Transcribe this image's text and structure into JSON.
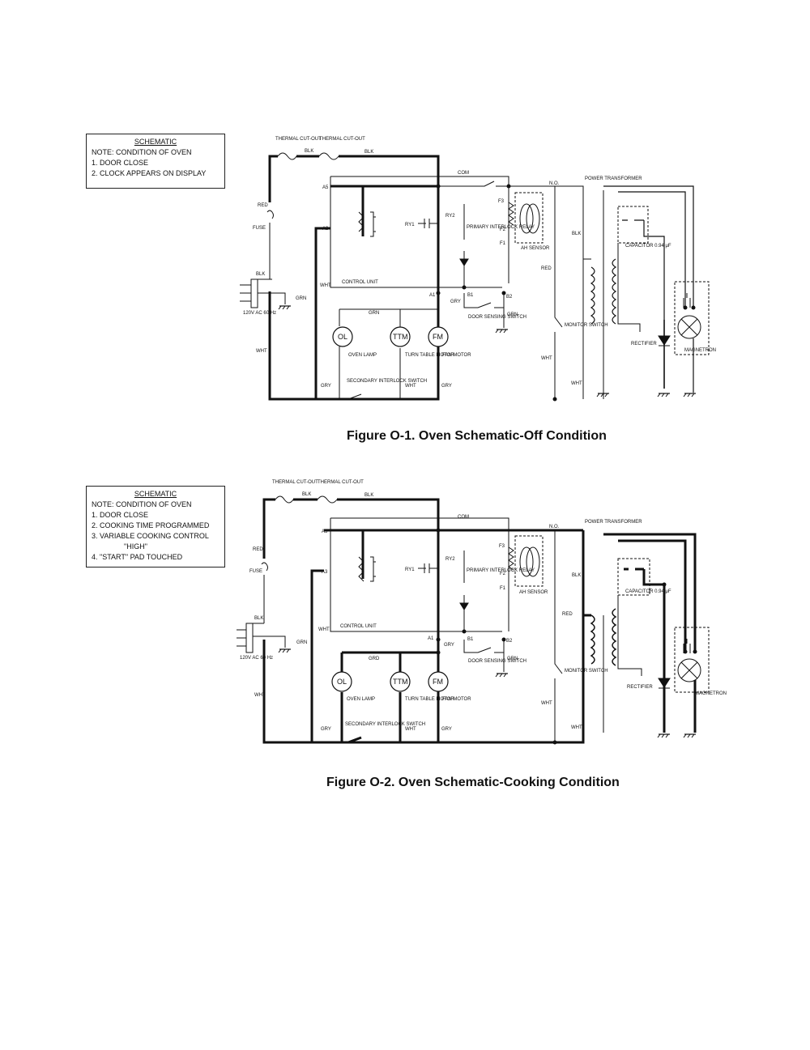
{
  "figures": [
    {
      "note": {
        "heading": "SCHEMATIC",
        "lines": [
          "NOTE: CONDITION OF OVEN",
          "1. DOOR CLOSE",
          "2. CLOCK APPEARS ON DISPLAY"
        ]
      },
      "caption": "Figure O-1. Oven Schematic-Off Condition",
      "labels": {
        "thermal_cutout_1": "THERMAL CUT-OUT",
        "thermal_cutout_2": "THERMAL CUT-OUT",
        "blk_1": "BLK",
        "blk_2": "BLK",
        "blk_plug": "BLK",
        "com": "COM",
        "red": "RED",
        "fuse": "FUSE",
        "a5": "A5",
        "a3": "A3",
        "a1": "A1",
        "ry": "RY1",
        "ry2": "RY2",
        "primary_relay": "PRIMARY INTERLOCK RELAY",
        "sensor": "AH SENSOR",
        "f1": "F1",
        "f2": "F2",
        "f3": "F3",
        "no": "N.O.",
        "power_transformer": "POWER TRANSFORMER",
        "capacitor": "CAPACITOR 0.94 μF",
        "wht_ctrl": "WHT",
        "control_unit": "CONTROL UNIT",
        "gry_a1": "GRY",
        "b1": "B1",
        "b2": "B2",
        "door_sensing_switch": "DOOR SENSING SWITCH",
        "grn_switch": "GRN",
        "monitor_switch": "MONITOR SWITCH",
        "rectifier": "RECTIFIER",
        "magnetron": "MAGNETRON",
        "supply": "120V AC 60 Hz",
        "grn_plug": "GRN",
        "wht_left": "WHT",
        "grn_top": "GRN",
        "ol": "OL",
        "ttm": "TTM",
        "fm": "FM",
        "oven_lamp": "OVEN LAMP",
        "turntable_motor": "TURN TABLE MOTOR",
        "fan_motor": "FAN MOTOR",
        "gry_bottom": "GRY",
        "secondary_switch": "SECONDARY INTERLOCK SWITCH",
        "wht_bottom": "WHT",
        "gry_fm": "GRY",
        "blk_transformer": "BLK",
        "red_transformer": "RED",
        "wht_monitor": "WHT",
        "wht_right": "WHT"
      }
    },
    {
      "note": {
        "heading": "SCHEMATIC",
        "lines": [
          "NOTE: CONDITION OF OVEN",
          "1. DOOR CLOSE",
          "2. COOKING TIME PROGRAMMED",
          "3. VARIABLE COOKING CONTROL",
          "\"HIGH\"",
          "4. \"START\" PAD TOUCHED"
        ]
      },
      "caption": "Figure O-2. Oven Schematic-Cooking Condition",
      "labels": {
        "thermal_cutout_1": "THERMAL CUT-OUT",
        "thermal_cutout_2": "THERMAL CUT-OUT",
        "blk_1": "BLK",
        "blk_2": "BLK",
        "blk_plug": "BLK",
        "com": "COM",
        "red": "RED",
        "fuse": "FUSE",
        "a5": "A5",
        "a3": "A3",
        "a1": "A1",
        "ry": "RY1",
        "ry2": "RY2",
        "primary_relay": "PRIMARY INTERLOCK RELAY",
        "sensor": "AH SENSOR",
        "f1": "F1",
        "f2": "F2",
        "f3": "F3",
        "no": "N.O.",
        "power_transformer": "POWER TRANSFORMER",
        "capacitor": "CAPACITOR 0.94 μF",
        "wht_ctrl": "WHT",
        "control_unit": "CONTROL UNIT",
        "gry_a1": "GRY",
        "b1": "B1",
        "b2": "B2",
        "door_sensing_switch": "DOOR SENSING SWITCH",
        "grn_switch": "GRN",
        "monitor_switch": "MONITOR SWITCH",
        "rectifier": "RECTIFIER",
        "magnetron": "MAGNETRON",
        "supply": "120V AC 60 Hz",
        "grn_plug": "GRN",
        "wht_left": "WHT",
        "grn_top": "GRD",
        "ol": "OL",
        "ttm": "TTM",
        "fm": "FM",
        "oven_lamp": "OVEN LAMP",
        "turntable_motor": "TURN TABLE MOTOR",
        "fan_motor": "FAN MOTOR",
        "gry_bottom": "GRY",
        "secondary_switch": "SECONDARY INTERLOCK SWITCH",
        "wht_bottom": "WHT",
        "gry_fm": "GRY",
        "blk_transformer": "BLK",
        "red_transformer": "RED",
        "wht_monitor": "WHT",
        "wht_right": "WHT"
      }
    }
  ]
}
